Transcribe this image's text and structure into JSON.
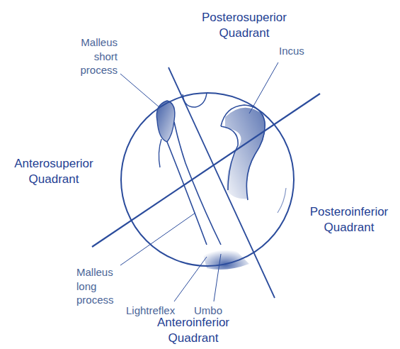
{
  "diagram": {
    "labels": [
      "Posterosuperior Quadrant",
      "Malleus short process",
      "Incus",
      "Anterosuperior Quadrant",
      "Posteroinferior Quadrant",
      "Malleus long process",
      "Lightreflex",
      "Umbo",
      "Anteroinferior Quadrant"
    ]
  }
}
